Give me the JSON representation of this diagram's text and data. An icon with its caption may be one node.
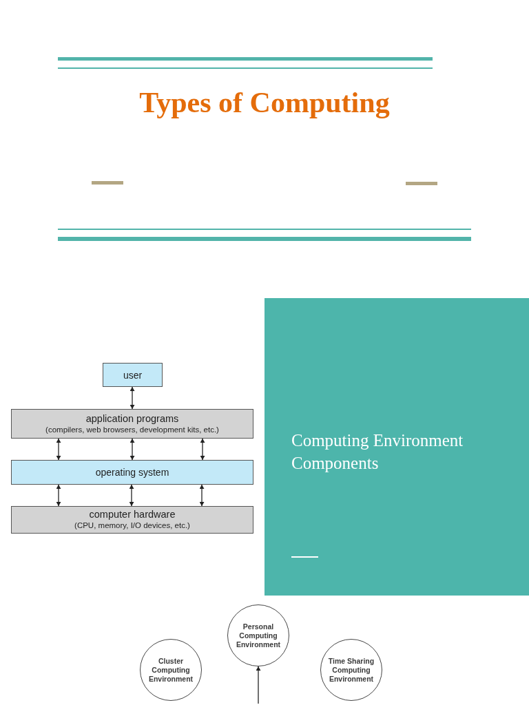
{
  "diagram": {
    "title": "Types of Computing",
    "nodes": [
      {
        "text": [
          "user"
        ]
      },
      {
        "text": [
          "application programs",
          "(compilers, web browsers, development kits, etc.)"
        ]
      },
      {
        "text": [
          "operating system"
        ]
      },
      {
        "text": [
          "computer hardware",
          "(CPU, memory, I/O devices, etc.)"
        ]
      },
      {
        "text": [
          "Computing Environment Components"
        ]
      },
      {
        "text": [
          "Personal Computing Environment"
        ]
      },
      {
        "text": [
          "Cluster Computing Environment"
        ]
      },
      {
        "text": [
          "Time Sharing Computing Environment"
        ]
      }
    ],
    "edges": [
      {
        "from": 0,
        "to": 1,
        "arrow": "both"
      },
      {
        "from": 1,
        "to": 2,
        "arrow": "both"
      },
      {
        "from": 1,
        "to": 2,
        "arrow": "both"
      },
      {
        "from": 1,
        "to": 2,
        "arrow": "both"
      },
      {
        "from": 2,
        "to": 3,
        "arrow": "both"
      },
      {
        "from": 2,
        "to": 3,
        "arrow": "both"
      },
      {
        "from": 2,
        "to": 3,
        "arrow": "both"
      },
      {
        "from": null,
        "to": 5,
        "arrow": "to"
      }
    ]
  }
}
